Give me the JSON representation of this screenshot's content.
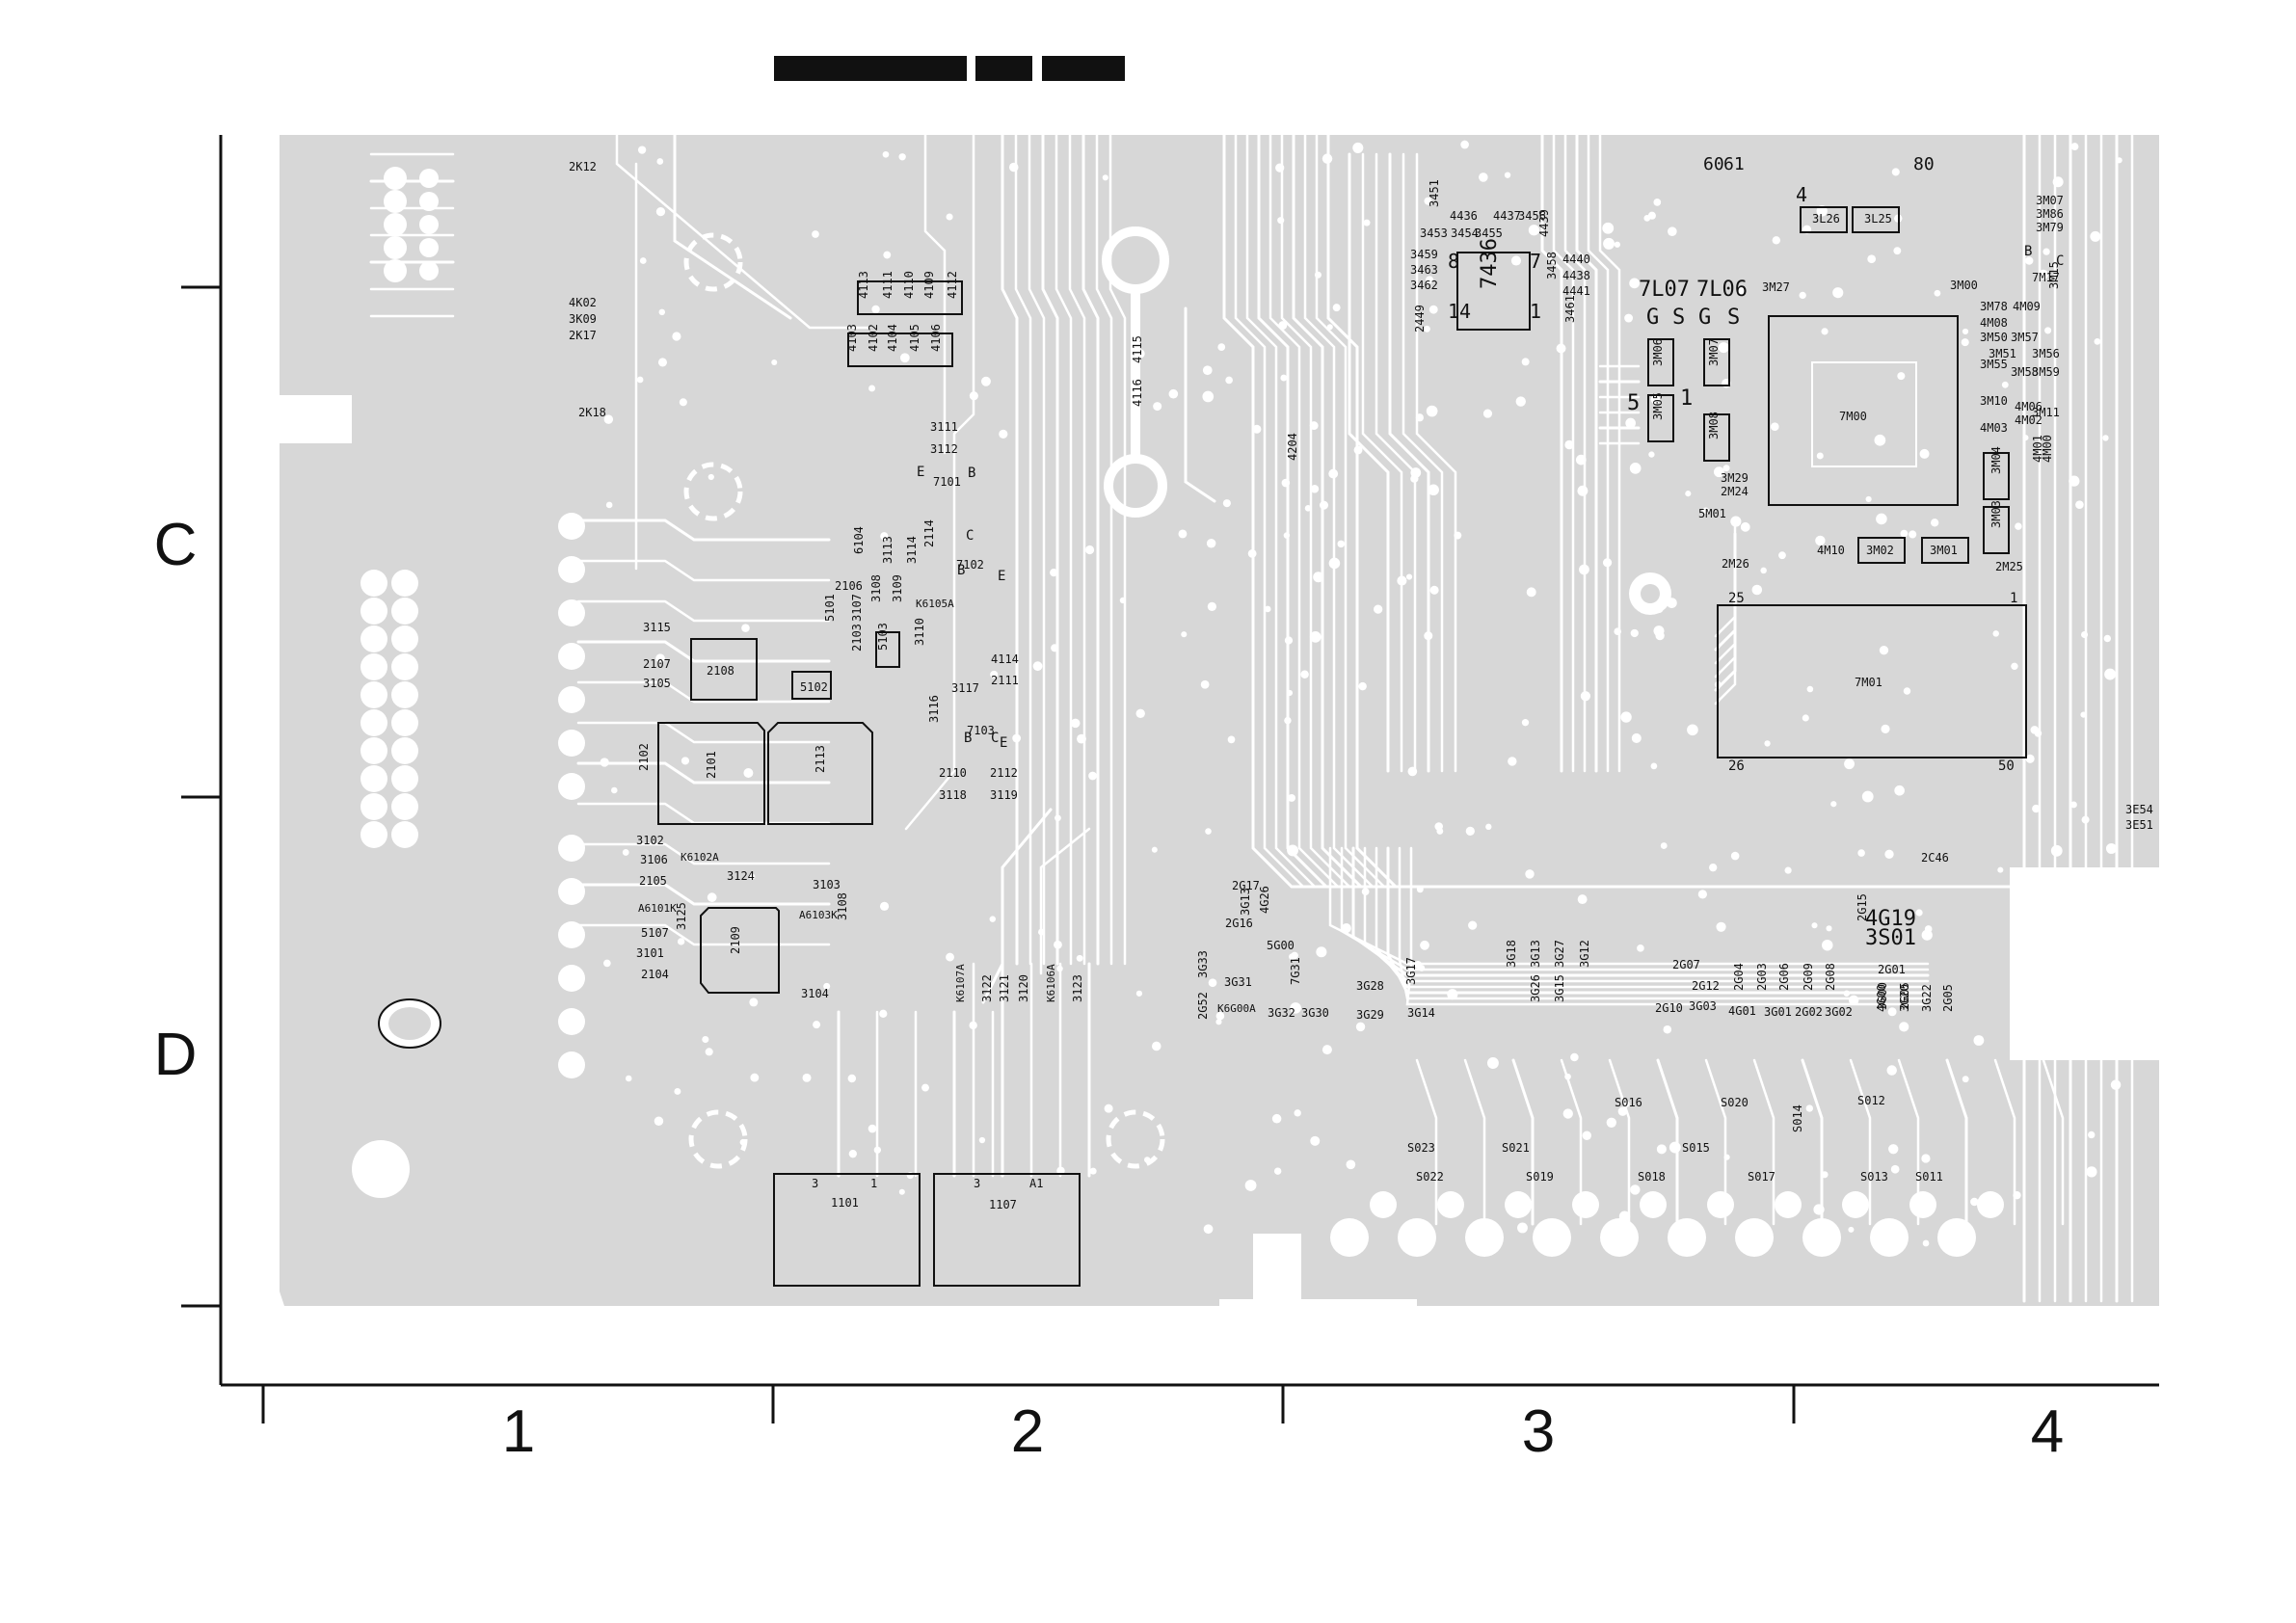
{
  "header": {
    "blocks": [
      "",
      "",
      ""
    ]
  },
  "row_labels": [
    "C",
    "D"
  ],
  "col_labels": [
    "1",
    "2",
    "3",
    "4"
  ],
  "components": [
    {
      "id": "c001",
      "text": "2K12"
    },
    {
      "id": "c002",
      "text": "4K02"
    },
    {
      "id": "c003",
      "text": "3K09"
    },
    {
      "id": "c004",
      "text": "2K17"
    },
    {
      "id": "c005",
      "text": "2K18"
    },
    {
      "id": "c006",
      "text": "4113"
    },
    {
      "id": "c007",
      "text": "4111"
    },
    {
      "id": "c008",
      "text": "4110"
    },
    {
      "id": "c009",
      "text": "4109"
    },
    {
      "id": "c010",
      "text": "4112"
    },
    {
      "id": "c011",
      "text": "4103"
    },
    {
      "id": "c012",
      "text": "4102"
    },
    {
      "id": "c013",
      "text": "4104"
    },
    {
      "id": "c014",
      "text": "4105"
    },
    {
      "id": "c015",
      "text": "4106"
    },
    {
      "id": "c016",
      "text": "3111"
    },
    {
      "id": "c017",
      "text": "3112"
    },
    {
      "id": "c018",
      "text": "7101"
    },
    {
      "id": "c019",
      "text": "6104"
    },
    {
      "id": "c020",
      "text": "3113"
    },
    {
      "id": "c021",
      "text": "3114"
    },
    {
      "id": "c022",
      "text": "2114"
    },
    {
      "id": "c023",
      "text": "7102"
    },
    {
      "id": "c024",
      "text": "2106"
    },
    {
      "id": "c025",
      "text": "3108"
    },
    {
      "id": "c026",
      "text": "3109"
    },
    {
      "id": "c027",
      "text": "K6105A"
    },
    {
      "id": "c028",
      "text": "5101"
    },
    {
      "id": "c029",
      "text": "3107"
    },
    {
      "id": "c030",
      "text": "2103"
    },
    {
      "id": "c031",
      "text": "5103"
    },
    {
      "id": "c032",
      "text": "3110"
    },
    {
      "id": "c033",
      "text": "3115"
    },
    {
      "id": "c034",
      "text": "2107"
    },
    {
      "id": "c035",
      "text": "3105"
    },
    {
      "id": "c036",
      "text": "2108"
    },
    {
      "id": "c037",
      "text": "5102"
    },
    {
      "id": "c038",
      "text": "4114"
    },
    {
      "id": "c039",
      "text": "2111"
    },
    {
      "id": "c040",
      "text": "3117"
    },
    {
      "id": "c041",
      "text": "3116"
    },
    {
      "id": "c042",
      "text": "7103"
    },
    {
      "id": "c043",
      "text": "2102"
    },
    {
      "id": "c044",
      "text": "2101"
    },
    {
      "id": "c045",
      "text": "2113"
    },
    {
      "id": "c046",
      "text": "2110"
    },
    {
      "id": "c047",
      "text": "3118"
    },
    {
      "id": "c048",
      "text": "2112"
    },
    {
      "id": "c049",
      "text": "3119"
    },
    {
      "id": "c050",
      "text": "3102"
    },
    {
      "id": "c051",
      "text": "3106"
    },
    {
      "id": "c052",
      "text": "K6102A"
    },
    {
      "id": "c053",
      "text": "2105"
    },
    {
      "id": "c054",
      "text": "3124"
    },
    {
      "id": "c055",
      "text": "A6101K"
    },
    {
      "id": "c056",
      "text": "3103"
    },
    {
      "id": "c057",
      "text": "A6103K"
    },
    {
      "id": "c058",
      "text": "3108"
    },
    {
      "id": "c059",
      "text": "5107"
    },
    {
      "id": "c060",
      "text": "3125"
    },
    {
      "id": "c061",
      "text": "3101"
    },
    {
      "id": "c062",
      "text": "2109"
    },
    {
      "id": "c063",
      "text": "2104"
    },
    {
      "id": "c064",
      "text": "3104"
    },
    {
      "id": "c065",
      "text": "K6107A"
    },
    {
      "id": "c066",
      "text": "3122"
    },
    {
      "id": "c067",
      "text": "3121"
    },
    {
      "id": "c068",
      "text": "3120"
    },
    {
      "id": "c069",
      "text": "K6106A"
    },
    {
      "id": "c070",
      "text": "3123"
    },
    {
      "id": "c071",
      "text": "1101"
    },
    {
      "id": "c072",
      "text": "1107"
    },
    {
      "id": "c073",
      "text": "4116"
    },
    {
      "id": "c074",
      "text": "4115"
    },
    {
      "id": "c075",
      "text": "4204"
    },
    {
      "id": "c076",
      "text": "2G17"
    },
    {
      "id": "c077",
      "text": "3G13"
    },
    {
      "id": "c078",
      "text": "4G26"
    },
    {
      "id": "c079",
      "text": "2G16"
    },
    {
      "id": "c080",
      "text": "5G00"
    },
    {
      "id": "c081",
      "text": "3G33"
    },
    {
      "id": "c082",
      "text": "3G31"
    },
    {
      "id": "c083",
      "text": "2G52"
    },
    {
      "id": "c084",
      "text": "K6G00A"
    },
    {
      "id": "c085",
      "text": "3G32"
    },
    {
      "id": "c086",
      "text": "3G30"
    },
    {
      "id": "c087",
      "text": "7G31"
    },
    {
      "id": "c088",
      "text": "3G28"
    },
    {
      "id": "c089",
      "text": "3G29"
    },
    {
      "id": "c090",
      "text": "3G17"
    },
    {
      "id": "c091",
      "text": "3G14"
    },
    {
      "id": "c092",
      "text": "3G18"
    },
    {
      "id": "c093",
      "text": "3G13"
    },
    {
      "id": "c094",
      "text": "3G27"
    },
    {
      "id": "c095",
      "text": "3G12"
    },
    {
      "id": "c096",
      "text": "3G26"
    },
    {
      "id": "c097",
      "text": "3G15"
    },
    {
      "id": "c098",
      "text": "2G07"
    },
    {
      "id": "c099",
      "text": "2G12"
    },
    {
      "id": "c100",
      "text": "2G10"
    },
    {
      "id": "c101",
      "text": "3G03"
    },
    {
      "id": "c102",
      "text": "2G04"
    },
    {
      "id": "c103",
      "text": "4G01"
    },
    {
      "id": "c104",
      "text": "2G03"
    },
    {
      "id": "c105",
      "text": "3G01"
    },
    {
      "id": "c106",
      "text": "2G06"
    },
    {
      "id": "c107",
      "text": "2G02"
    },
    {
      "id": "c108",
      "text": "2G09"
    },
    {
      "id": "c109",
      "text": "3G02"
    },
    {
      "id": "c110",
      "text": "2G08"
    },
    {
      "id": "c111",
      "text": "2G15"
    },
    {
      "id": "c112",
      "text": "3G00"
    },
    {
      "id": "c113",
      "text": "2G05"
    },
    {
      "id": "c114",
      "text": "4G19"
    },
    {
      "id": "c115",
      "text": "3S01"
    },
    {
      "id": "c116",
      "text": "2G01"
    },
    {
      "id": "c117",
      "text": "4G00"
    },
    {
      "id": "c118",
      "text": "3G20"
    },
    {
      "id": "c119",
      "text": "3G22"
    },
    {
      "id": "c120",
      "text": "2G05"
    },
    {
      "id": "c121",
      "text": "S016"
    },
    {
      "id": "c122",
      "text": "S020"
    },
    {
      "id": "c123",
      "text": "S012"
    },
    {
      "id": "c124",
      "text": "S014"
    },
    {
      "id": "c125",
      "text": "S023"
    },
    {
      "id": "c126",
      "text": "S021"
    },
    {
      "id": "c127",
      "text": "S015"
    },
    {
      "id": "c128",
      "text": "S022"
    },
    {
      "id": "c129",
      "text": "S019"
    },
    {
      "id": "c130",
      "text": "S018"
    },
    {
      "id": "c131",
      "text": "S017"
    },
    {
      "id": "c132",
      "text": "S013"
    },
    {
      "id": "c133",
      "text": "S011"
    },
    {
      "id": "c134",
      "text": "4436"
    },
    {
      "id": "c135",
      "text": "4437"
    },
    {
      "id": "c136",
      "text": "3456"
    },
    {
      "id": "c137",
      "text": "3453"
    },
    {
      "id": "c138",
      "text": "3454"
    },
    {
      "id": "c139",
      "text": "3455"
    },
    {
      "id": "c140",
      "text": "4439"
    },
    {
      "id": "c141",
      "text": "3459"
    },
    {
      "id": "c142",
      "text": "3463"
    },
    {
      "id": "c143",
      "text": "3462"
    },
    {
      "id": "c144",
      "text": "7436"
    },
    {
      "id": "c145",
      "text": "3458"
    },
    {
      "id": "c146",
      "text": "4440"
    },
    {
      "id": "c147",
      "text": "4438"
    },
    {
      "id": "c148",
      "text": "4441"
    },
    {
      "id": "c149",
      "text": "3461"
    },
    {
      "id": "c150",
      "text": "2449"
    },
    {
      "id": "c151",
      "text": "3451"
    },
    {
      "id": "c152",
      "text": "7L07"
    },
    {
      "id": "c153",
      "text": "7L06"
    },
    {
      "id": "c154",
      "text": "3L26"
    },
    {
      "id": "c155",
      "text": "3L25"
    },
    {
      "id": "c156",
      "text": "3M27"
    },
    {
      "id": "c157",
      "text": "3M00"
    },
    {
      "id": "c158",
      "text": "3M06"
    },
    {
      "id": "c159",
      "text": "3M07"
    },
    {
      "id": "c160",
      "text": "3M05"
    },
    {
      "id": "c161",
      "text": "3M08"
    },
    {
      "id": "c162",
      "text": "7M00"
    },
    {
      "id": "c163",
      "text": "3M29"
    },
    {
      "id": "c164",
      "text": "2M24"
    },
    {
      "id": "c165",
      "text": "5M01"
    },
    {
      "id": "c166",
      "text": "3M02"
    },
    {
      "id": "c167",
      "text": "3M01"
    },
    {
      "id": "c168",
      "text": "3M04"
    },
    {
      "id": "c169",
      "text": "3M03"
    },
    {
      "id": "c170",
      "text": "2M25"
    },
    {
      "id": "c171",
      "text": "2M26"
    },
    {
      "id": "c172",
      "text": "4M10"
    },
    {
      "id": "c173",
      "text": "7M01"
    },
    {
      "id": "c174",
      "text": "7M17"
    },
    {
      "id": "c175",
      "text": "3M86"
    },
    {
      "id": "c176",
      "text": "3M79"
    },
    {
      "id": "c177",
      "text": "3M78"
    },
    {
      "id": "c178",
      "text": "4M08"
    },
    {
      "id": "c179",
      "text": "4M09"
    },
    {
      "id": "c180",
      "text": "3M50"
    },
    {
      "id": "c181",
      "text": "3M51"
    },
    {
      "id": "c182",
      "text": "3M57"
    },
    {
      "id": "c183",
      "text": "3M55"
    },
    {
      "id": "c184",
      "text": "3M56"
    },
    {
      "id": "c185",
      "text": "3M58"
    },
    {
      "id": "c186",
      "text": "3M59"
    },
    {
      "id": "c187",
      "text": "3M10"
    },
    {
      "id": "c188",
      "text": "3M11"
    },
    {
      "id": "c189",
      "text": "4M06"
    },
    {
      "id": "c190",
      "text": "4M02"
    },
    {
      "id": "c191",
      "text": "4M03"
    },
    {
      "id": "c192",
      "text": "4M01"
    },
    {
      "id": "c193",
      "text": "4M00"
    },
    {
      "id": "c194",
      "text": "2C46"
    },
    {
      "id": "c195",
      "text": "3E54"
    },
    {
      "id": "c196",
      "text": "3E51"
    },
    {
      "id": "c197",
      "text": "3M15"
    },
    {
      "id": "c198",
      "text": "3M07"
    }
  ],
  "pins": [
    "25",
    "1",
    "26",
    "50",
    "60",
    "61",
    "80",
    "4",
    "5",
    "1",
    "7",
    "8",
    "14",
    "1",
    "3",
    "1",
    "3",
    "A1"
  ],
  "glyphs": [
    "G",
    "S",
    "G",
    "S",
    "B",
    "C",
    "E",
    "B",
    "C",
    "E",
    "B",
    "C",
    "E",
    "B"
  ]
}
